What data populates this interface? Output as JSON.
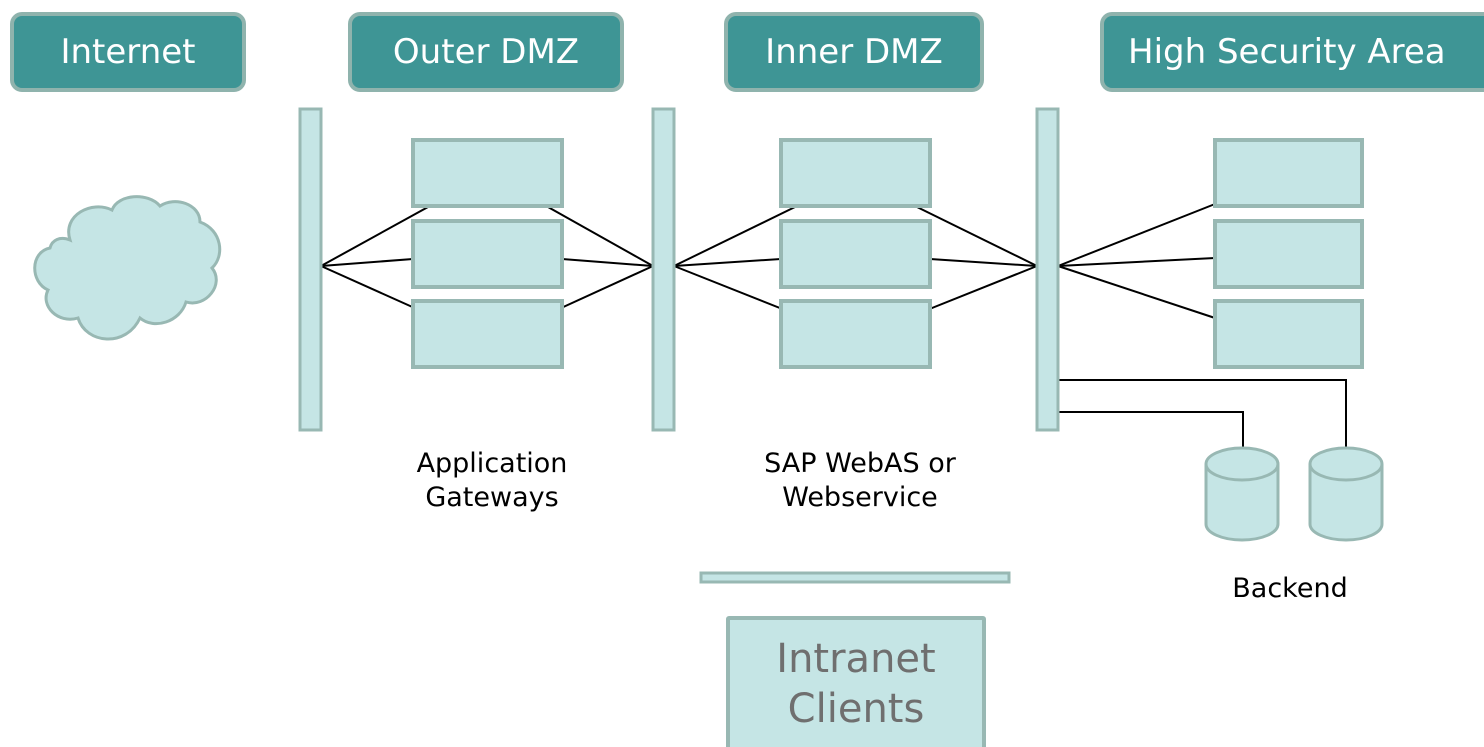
{
  "zones": {
    "internet": "Internet",
    "outer_dmz": "Outer DMZ",
    "inner_dmz": "Inner DMZ",
    "high_security": "High Security Area"
  },
  "labels": {
    "gateways_line1": "Application",
    "gateways_line2": "Gateways",
    "webas_line1": "SAP WebAS or",
    "webas_line2": "Webservice",
    "backend": "Backend",
    "clients_line1": "Intranet",
    "clients_line2": "Clients"
  },
  "colors": {
    "zone_fill": "#3e9595",
    "zone_border": "#8fb3ad",
    "box_fill": "#c5e5e5",
    "box_border": "#98b8b3",
    "line": "#000000"
  }
}
